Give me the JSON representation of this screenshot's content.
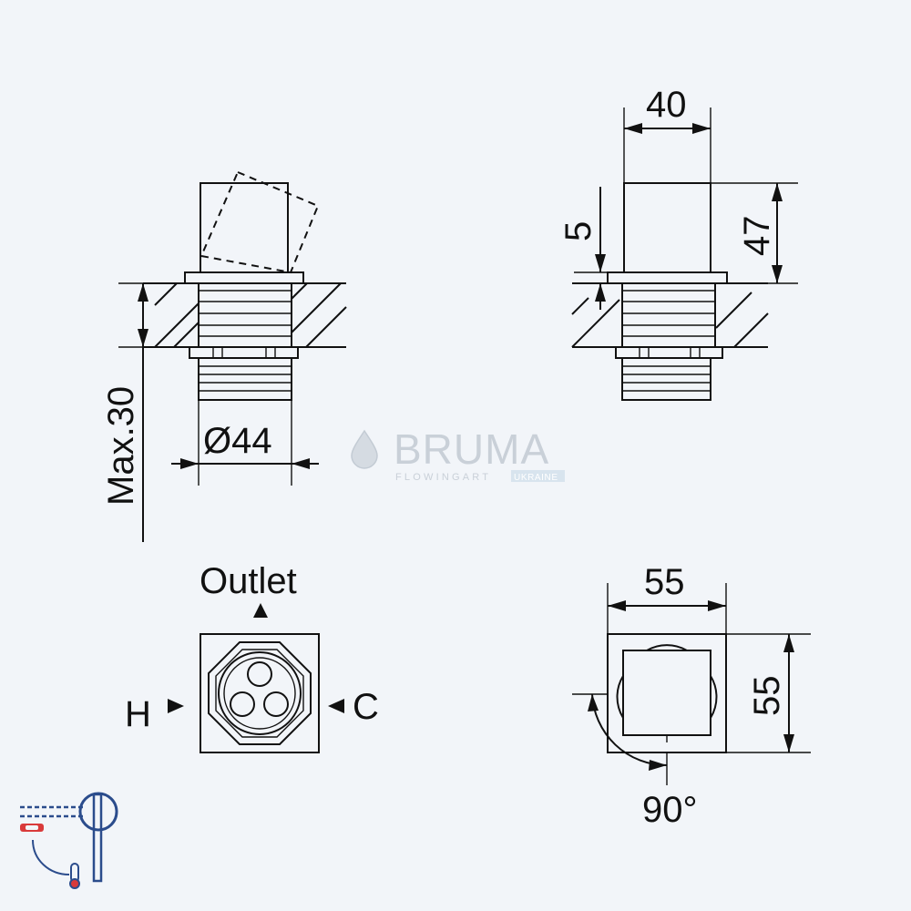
{
  "labels": {
    "width_top": "40",
    "height_total": "47",
    "offset": "5",
    "max_depth": "Max.30",
    "diameter": "Ø44",
    "outlet": "Outlet",
    "hot": "H",
    "cold": "C",
    "width_bottom": "55",
    "height_bottom": "55",
    "angle": "90°"
  },
  "watermark": {
    "brand": "BRUMA",
    "tagline": "FLOWINGART",
    "region": "UKRAINE"
  },
  "colors": {
    "background": "#f2f5f9",
    "line": "#111111",
    "watermark": "#c9d0d8",
    "icon_blue": "#2b4c8c",
    "icon_red": "#d93a3a"
  }
}
